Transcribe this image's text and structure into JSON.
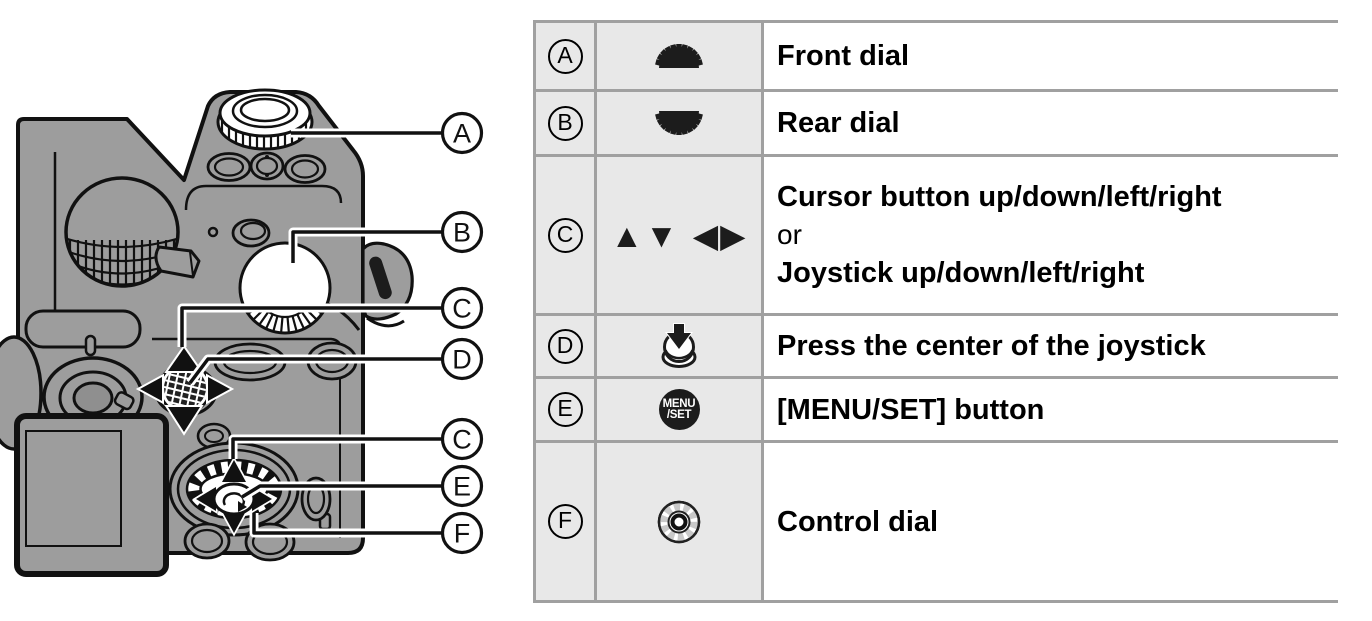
{
  "diagram": {
    "description": "Camera rear view illustration",
    "callouts": [
      {
        "letter": "A"
      },
      {
        "letter": "B"
      },
      {
        "letter": "C"
      },
      {
        "letter": "D"
      },
      {
        "letter": "C"
      },
      {
        "letter": "E"
      },
      {
        "letter": "F"
      }
    ]
  },
  "table": {
    "rows": [
      {
        "letter": "A",
        "icon": "front-dial-icon",
        "lines": [
          "Front dial"
        ]
      },
      {
        "letter": "B",
        "icon": "rear-dial-icon",
        "lines": [
          "Rear dial"
        ]
      },
      {
        "letter": "C",
        "icon": "cursor-arrows-icon",
        "arrows": {
          "up_down": "▲▼",
          "left_right": "◀▶"
        },
        "lines": [
          "Cursor button up/down/left/right",
          "or",
          "Joystick up/down/left/right"
        ]
      },
      {
        "letter": "D",
        "icon": "joystick-press-icon",
        "lines": [
          "Press the center of the joystick"
        ]
      },
      {
        "letter": "E",
        "icon": "menu-set-icon",
        "icon_text": {
          "line1": "MENU",
          "line2": "/SET"
        },
        "lines": [
          "[MENU/SET] button"
        ]
      },
      {
        "letter": "F",
        "icon": "control-dial-icon",
        "lines": [
          "Control dial"
        ]
      }
    ]
  },
  "colors": {
    "body_gray": "#9d9d9d",
    "outline": "#111111",
    "table_border": "#a0a0a0",
    "cell_bg": "#e8e8e8",
    "icon_black": "#1c1c1c",
    "page_bg": "#ffffff"
  }
}
